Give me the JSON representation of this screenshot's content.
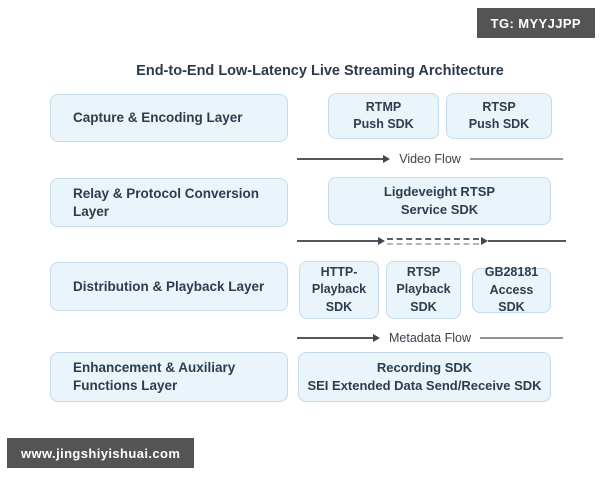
{
  "title": "End-to-End Low-Latency Live Streaming Architecture",
  "watermarks": {
    "top_right": "TG: MYYJJPP",
    "bottom_left": "www.jingshiyishuai.com"
  },
  "layers": [
    {
      "label": "Capture & Encoding Layer"
    },
    {
      "label": "Relay & Protocol Conversion Layer"
    },
    {
      "label": "Distribution & Playback Layer"
    },
    {
      "label": "Enhancement & Auxiliary Functions Layer"
    }
  ],
  "sdks": {
    "rtmp_push": {
      "l1": "RTMP",
      "l2": "Push SDK"
    },
    "rtsp_push": {
      "l1": "RTSP",
      "l2": "Push SDK"
    },
    "lightweight_rtsp": {
      "l1": "Ligdeveight RTSP",
      "l2": "Service SDK"
    },
    "http_playback": {
      "l1": "HTTP-",
      "l2": "Playback",
      "l3": "SDK"
    },
    "rtsp_playback": {
      "l1": "RTSP",
      "l2": "Playback",
      "l3": "SDK"
    },
    "gb28181_access": {
      "l1": "GB28181",
      "l2": "Access SDK"
    },
    "recording": {
      "l1": "Recording SDK",
      "l2": "SEI Extended Data Send/Receive SDK"
    }
  },
  "flows": {
    "video": "Video Flow",
    "metadata": "Metadata Flow"
  },
  "colors": {
    "box_fill": "#eaf4fb",
    "box_border": "#c3dbea",
    "text": "#2d3c4e",
    "line": "#54595f",
    "badge_bg": "#545457"
  }
}
